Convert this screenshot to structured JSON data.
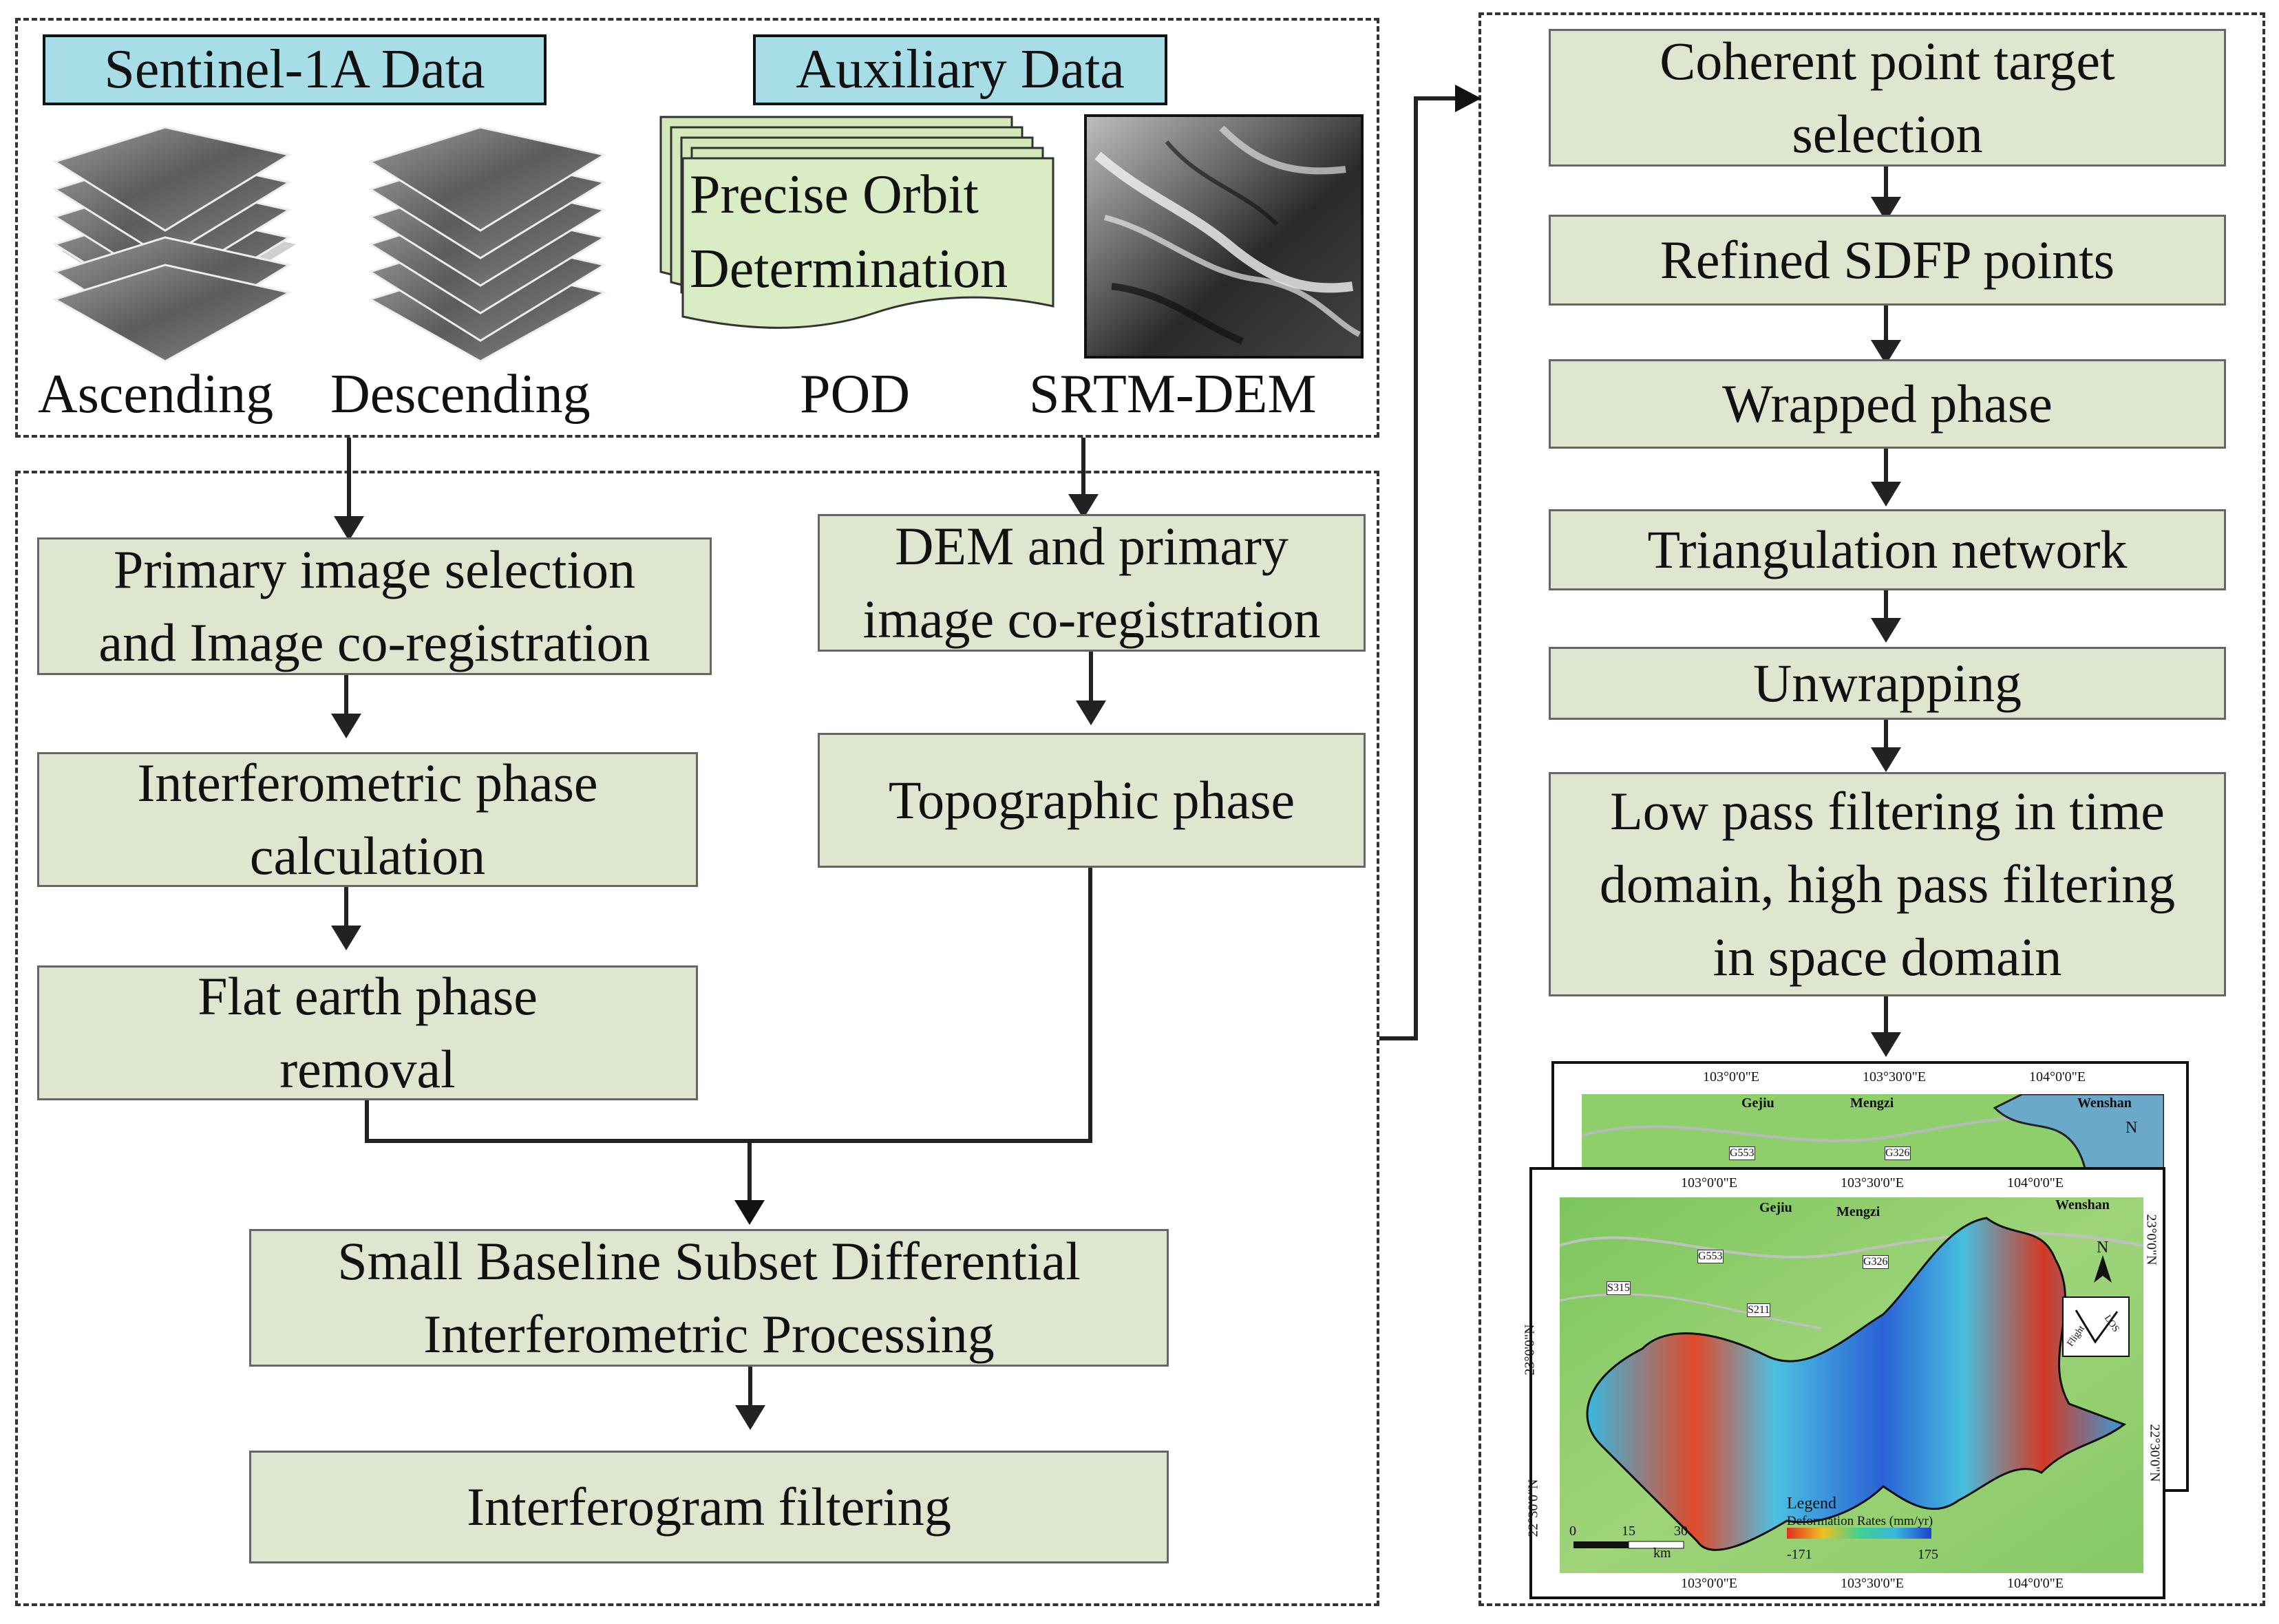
{
  "input": {
    "sentinel_header": "Sentinel-1A Data",
    "auxiliary_header": "Auxiliary Data",
    "ascending_label": "Ascending",
    "descending_label": "Descending",
    "pod_doc_line1": "Precise Orbit",
    "pod_doc_line2": "Determination",
    "pod_label": "POD",
    "dem_label": "SRTM-DEM"
  },
  "left_steps": {
    "primary_selection_line1": "Primary image selection",
    "primary_selection_line2": "and Image co-registration",
    "interferometric_line1": "Interferometric phase",
    "interferometric_line2": "calculation",
    "flat_earth_line1": "Flat earth phase",
    "flat_earth_line2": "removal",
    "dem_coreg_line1": "DEM and primary",
    "dem_coreg_line2": "image co-registration",
    "topographic": "Topographic phase",
    "sbas_line1": "Small Baseline Subset Differential",
    "sbas_line2": "Interferometric Processing",
    "filtering": "Interferogram filtering"
  },
  "right_steps": {
    "coherent_line1": "Coherent point target",
    "coherent_line2": "selection",
    "refined": "Refined SDFP points",
    "wrapped": "Wrapped phase",
    "triangulation": "Triangulation network",
    "unwrapping": "Unwrapping",
    "lowpass_line1": "Low pass filtering in time",
    "lowpass_line2": "domain, high pass filtering",
    "lowpass_line3": "in space domain"
  },
  "map": {
    "lon_ticks": [
      "103°0'0\"E",
      "103°30'0\"E",
      "104°0'0\"E"
    ],
    "lat_ticks": [
      "23°0'0\"N",
      "22°30'0\"N"
    ],
    "towns": [
      "Gejiu",
      "Mengzi",
      "Wenshan"
    ],
    "roads": [
      "G553",
      "G326",
      "S315",
      "S211"
    ],
    "north": "N",
    "flight": "Flight",
    "los": "LOS",
    "legend_title": "Legend",
    "legend_subtitle": "Deformation Rates (mm/yr)",
    "legend_min": "-171",
    "legend_max": "175",
    "scale_labels": [
      "0",
      "15",
      "30"
    ],
    "scale_unit": "km",
    "colors": {
      "land": "#8fcf6b",
      "deform_low": "#e03020",
      "deform_mid": "#38b8e0",
      "deform_high": "#2040d0"
    }
  },
  "colors": {
    "header_fill": "#a7dde6",
    "box_fill": "#dfe6cf",
    "document_fill": "#d3e9b9"
  }
}
